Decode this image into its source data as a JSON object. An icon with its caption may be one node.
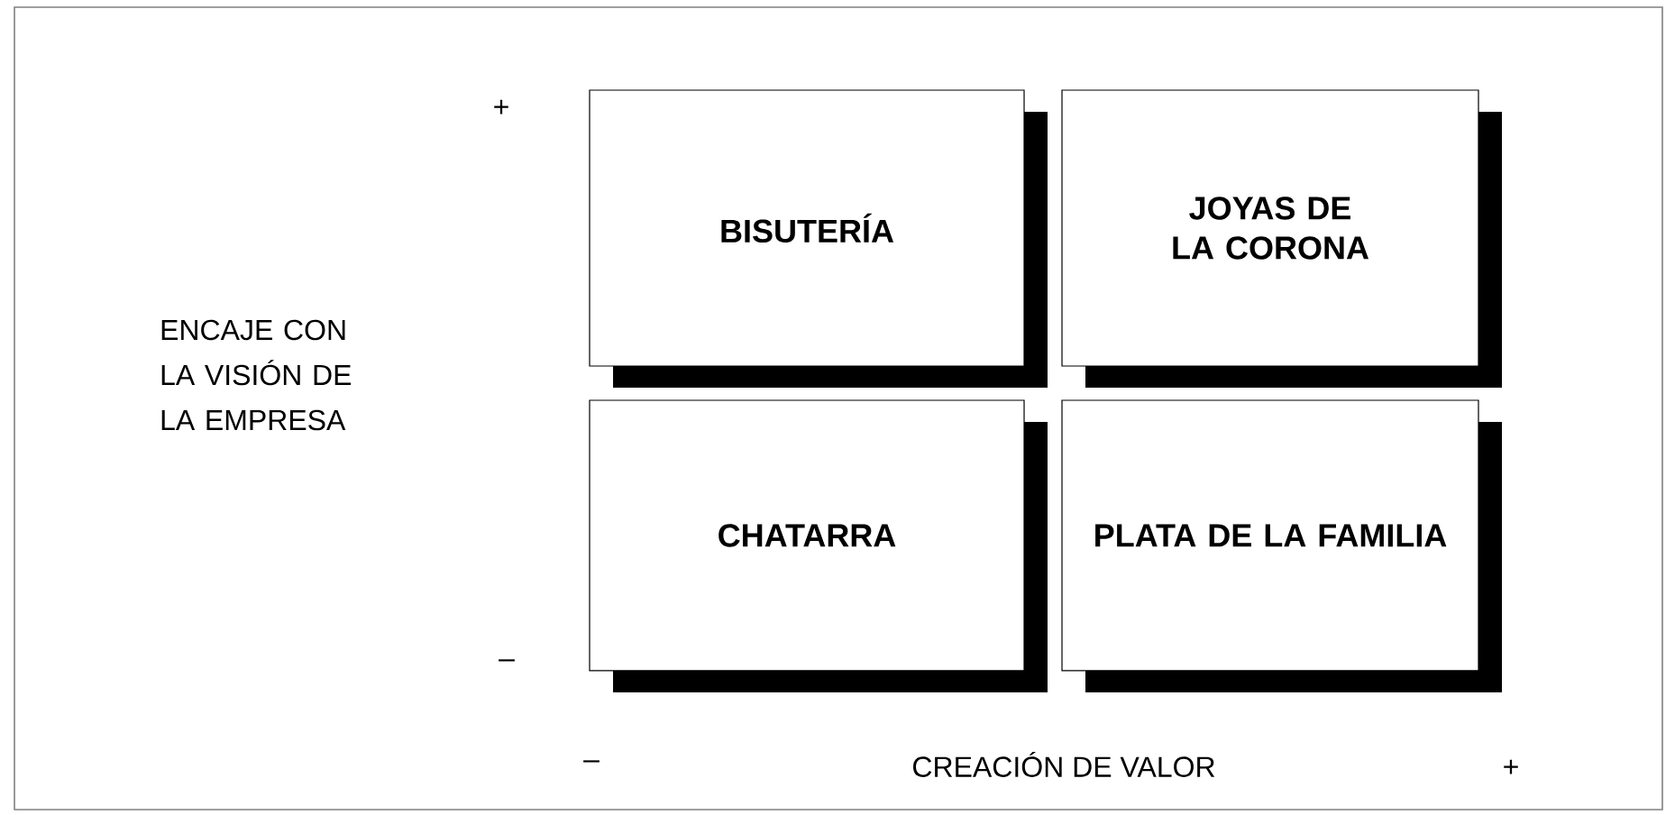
{
  "diagram": {
    "nodes": [
      {
        "text": [
          "BISUTERÍA"
        ]
      },
      {
        "text": [
          "JOYAS DE LA CORONA"
        ]
      },
      {
        "text": [
          "CHATARRA"
        ]
      },
      {
        "text": [
          "PLATA DE LA FAMILIA"
        ]
      }
    ],
    "labels": [
      "+",
      "ENCAJE CON LA VISIÓN DE LA EMPRESA",
      "–",
      "–",
      "CREACIÓN DE VALOR",
      "+"
    ]
  }
}
